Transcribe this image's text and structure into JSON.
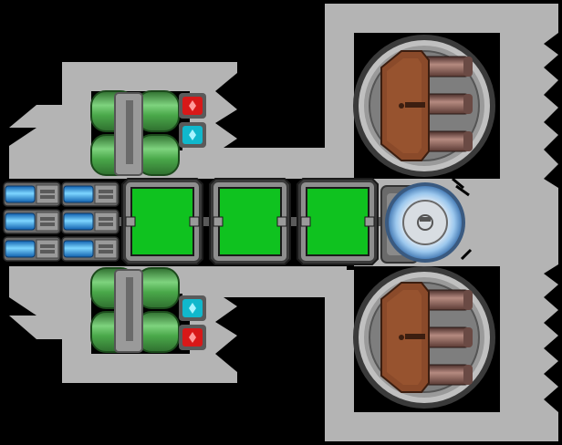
{
  "scene": {
    "background": "#000000",
    "hull_color": "#b4b4b4",
    "hull_dark": "#8c8c8c"
  },
  "palette": {
    "tank_green": "#4aa84a",
    "tank_green_light": "#7ed37e",
    "tank_green_dark": "#2f6f2f",
    "cargo_green": "#0fc21f",
    "pod_frame": "#5c5c5c",
    "thruster_blue": "#1e8de0",
    "thruster_blue_light": "#7dd6ff",
    "red_module": "#d81818",
    "cyan_module": "#10b8cc",
    "turret_brown": "#8a4a2a",
    "barrel": "#8a5a52",
    "turret_ring": "#4a4a4a",
    "cockpit_blue": "#78b4e6"
  },
  "parts": {
    "cargo_pods": [
      "cargo",
      "cargo",
      "cargo"
    ],
    "thrusters": [
      "thruster",
      "thruster",
      "thruster",
      "thruster",
      "thruster",
      "thruster"
    ],
    "fuel_tanks": [
      "fuel-tank-upper",
      "fuel-tank-lower"
    ],
    "side_modules_top": [
      "red-module",
      "cyan-module"
    ],
    "side_modules_bottom": [
      "cyan-module",
      "red-module"
    ],
    "turrets": [
      "turret-upper",
      "turret-lower"
    ],
    "cockpit": "cockpit"
  }
}
